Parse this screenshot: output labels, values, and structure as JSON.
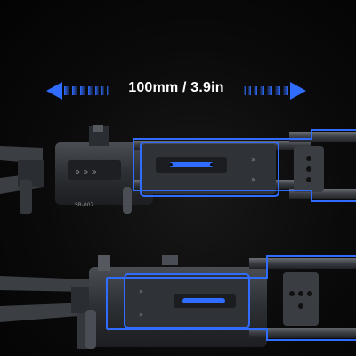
{
  "dimension": {
    "label": "100mm / 3.9in"
  },
  "colors": {
    "background": "#050505",
    "accent_blue": "#2f6cff",
    "body_dark": "#2a2d31",
    "body_mid": "#3a3e43",
    "rod": "#4a4e54",
    "label_text": "#ffffff"
  },
  "rigs": [
    {
      "state": "extended",
      "extension_mm": 100
    },
    {
      "state": "retracted",
      "extension_mm": 0
    }
  ]
}
